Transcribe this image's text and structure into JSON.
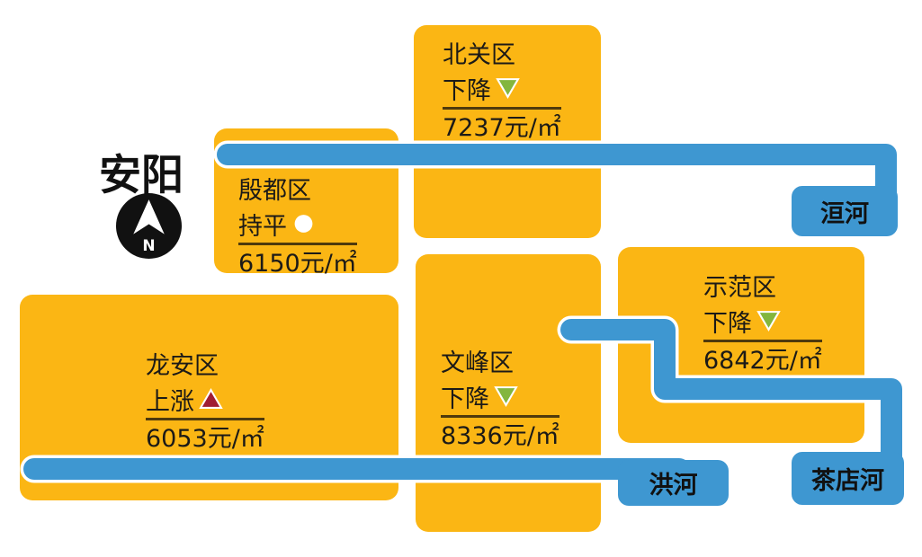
{
  "title": "安阳",
  "compass": {
    "label": "N"
  },
  "colors": {
    "block": "#FBB614",
    "river": "#3E97D1",
    "up": "#A01D33",
    "down": "#83B63E",
    "flat": "#FFFFFF",
    "text": "#1C1A17",
    "underline": "#4F3A0C"
  },
  "districts": [
    {
      "name": "北关区",
      "trend_label": "下降",
      "trend": "down",
      "price": "7237元/㎡"
    },
    {
      "name": "殷都区",
      "trend_label": "持平",
      "trend": "flat",
      "price": "6150元/㎡"
    },
    {
      "name": "龙安区",
      "trend_label": "上涨",
      "trend": "up",
      "price": "6053元/㎡"
    },
    {
      "name": "文峰区",
      "trend_label": "下降",
      "trend": "down",
      "price": "8336元/㎡"
    },
    {
      "name": "示范区",
      "trend_label": "下降",
      "trend": "down",
      "price": "6842元/㎡"
    }
  ],
  "rivers": [
    {
      "name": "洹河"
    },
    {
      "name": "洪河"
    },
    {
      "name": "茶店河"
    }
  ]
}
